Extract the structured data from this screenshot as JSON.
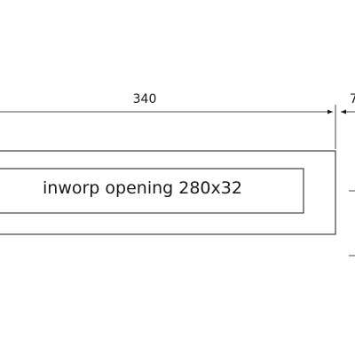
{
  "drawing": {
    "overall_width_label": "340",
    "edge_width_label": "7",
    "opening_label": "inworp opening 280x32"
  }
}
